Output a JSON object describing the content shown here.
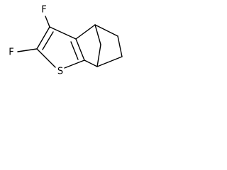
{
  "structure": {
    "atom_labels": {
      "f_top": "F",
      "f_left": "F",
      "sulfur": "S"
    }
  },
  "colors": {
    "bond": "#000000",
    "label": "#000000",
    "background": "#ffffff"
  }
}
